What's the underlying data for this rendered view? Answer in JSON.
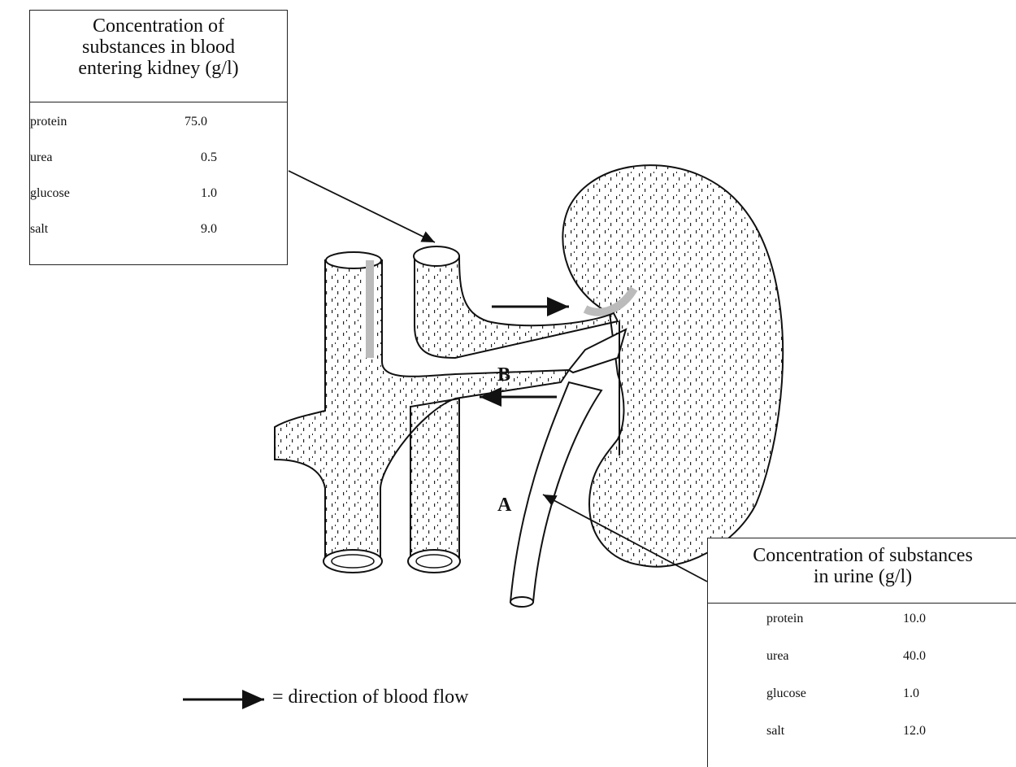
{
  "blood_table": {
    "heading_lines": [
      "Concentration of",
      "substances in blood",
      "entering kidney (g/l)"
    ],
    "rows": [
      {
        "name": "protein",
        "value": "75.0"
      },
      {
        "name": "urea",
        "value": "0.5"
      },
      {
        "name": "glucose",
        "value": "1.0"
      },
      {
        "name": "salt",
        "value": "9.0"
      }
    ]
  },
  "urine_table": {
    "heading_lines": [
      "Concentration of substances",
      "in urine (g/l)"
    ],
    "rows": [
      {
        "name": "protein",
        "value": "10.0"
      },
      {
        "name": "urea",
        "value": "40.0"
      },
      {
        "name": "glucose",
        "value": "1.0"
      },
      {
        "name": "salt",
        "value": "12.0"
      }
    ]
  },
  "labels": {
    "a": "A",
    "b": "B"
  },
  "legend": {
    "text": "= direction of blood flow"
  }
}
